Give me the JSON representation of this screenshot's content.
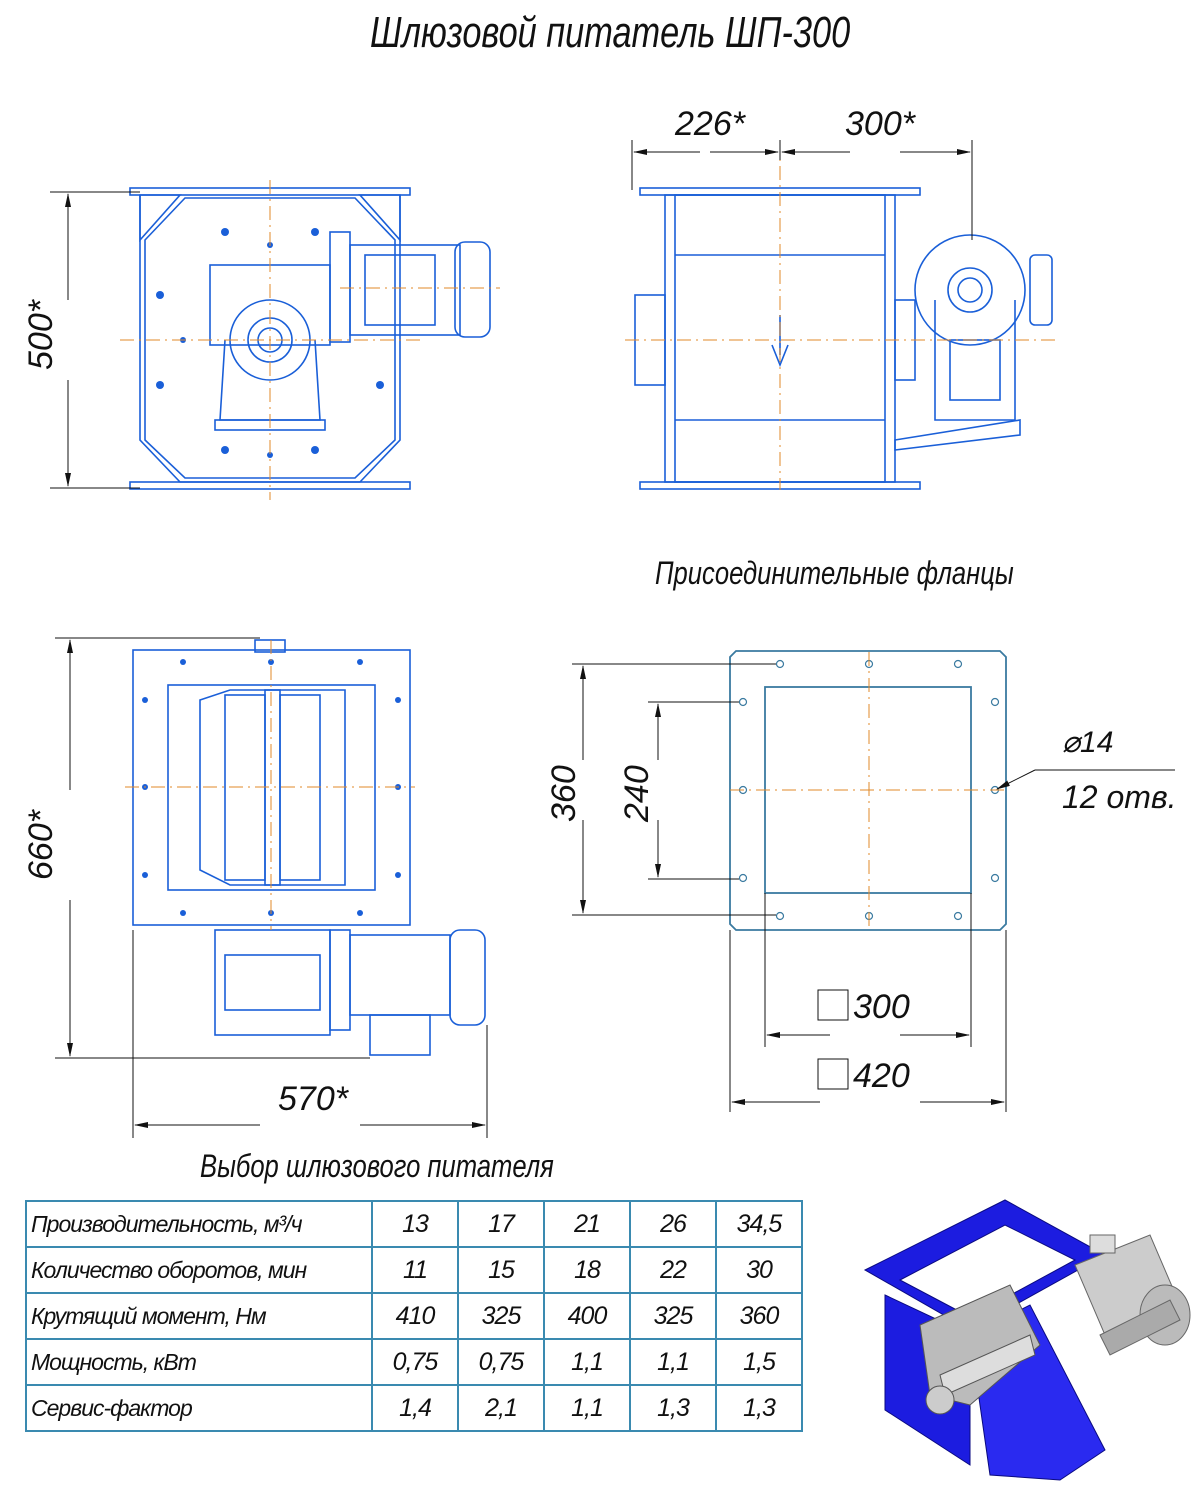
{
  "title": "Шлюзовой питатель ШП-300",
  "front_view": {
    "dim_height": "500*"
  },
  "side_view": {
    "dim_left": "226*",
    "dim_right": "300*"
  },
  "bottom_view": {
    "dim_height": "660*",
    "dim_width": "570*"
  },
  "flanges": {
    "title": "Присоединительные фланцы",
    "dim_outer_v": "360",
    "dim_inner_v": "240",
    "hole_diameter": "⌀14",
    "hole_count": "12 отв.",
    "dim_inner": "300",
    "dim_outer": "420"
  },
  "selection": {
    "title": "Выбор шлюзового питателя",
    "rows": [
      {
        "label": "Производительность, м³/ч",
        "values": [
          "13",
          "17",
          "21",
          "26",
          "34,5"
        ]
      },
      {
        "label": "Количество оборотов, мин",
        "values": [
          "11",
          "15",
          "18",
          "22",
          "30"
        ]
      },
      {
        "label": "Крутящий момент, Нм",
        "values": [
          "410",
          "325",
          "400",
          "325",
          "360"
        ]
      },
      {
        "label": "Мощность, кВт",
        "values": [
          "0,75",
          "0,75",
          "1,1",
          "1,1",
          "1,5"
        ]
      },
      {
        "label": "Сервис-фактор",
        "values": [
          "1,4",
          "2,1",
          "1,1",
          "1,3",
          "1,3"
        ]
      }
    ]
  },
  "colors": {
    "line": "#1a5fd8",
    "center": "#e08a2a",
    "table_border": "#3a8ab0",
    "render_body": "#1c1ce0"
  }
}
